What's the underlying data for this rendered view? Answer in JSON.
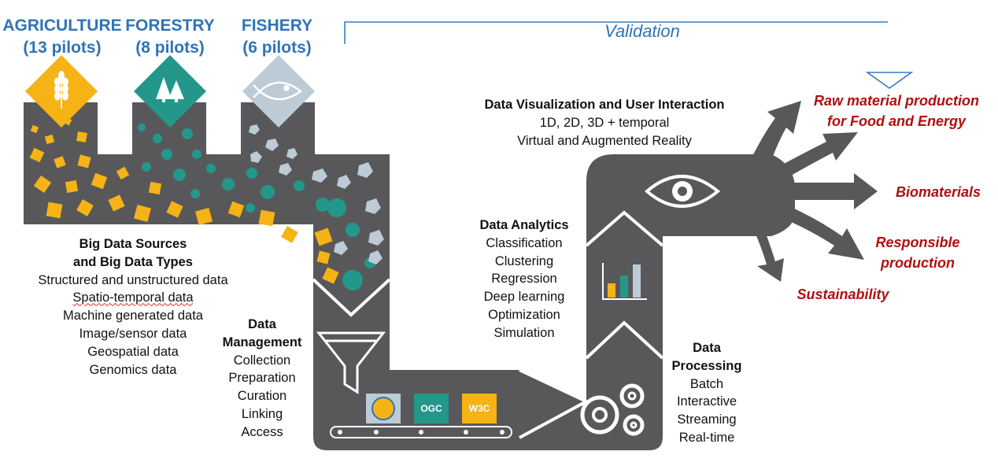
{
  "sectors": [
    {
      "name": "AGRICULTURE",
      "pilots": "(13 pilots)",
      "icon": "wheat-icon",
      "color": "#f5b315"
    },
    {
      "name": "FORESTRY",
      "pilots": "(8 pilots)",
      "icon": "trees-icon",
      "color": "#23978a"
    },
    {
      "name": "FISHERY",
      "pilots": "(6 pilots)",
      "icon": "fish-icon",
      "color": "#bccbd6"
    }
  ],
  "validation": "Validation",
  "sources": {
    "title1": "Big Data Sources",
    "title2": "and Big Data Types",
    "items": [
      "Structured and unstructured data",
      "Spatio-temporal data",
      "Machine generated data",
      "Image/sensor data",
      "Geospatial data",
      "Genomics data"
    ]
  },
  "management": {
    "title1": "Data",
    "title2": "Management",
    "items": [
      "Collection",
      "Preparation",
      "Curation",
      "Linking",
      "Access"
    ]
  },
  "analytics": {
    "title": "Data Analytics",
    "items": [
      "Classification",
      "Clustering",
      "Regression",
      "Deep learning",
      "Optimization",
      "Simulation"
    ]
  },
  "processing": {
    "title1": "Data",
    "title2": "Processing",
    "items": [
      "Batch",
      "Interactive",
      "Streaming",
      "Real-time"
    ]
  },
  "visualization": {
    "title": "Data Visualization and User Interaction",
    "items": [
      "1D, 2D, 3D + temporal",
      "Virtual and Augmented Reality"
    ]
  },
  "outcomes": {
    "raw1": "Raw material production",
    "raw2": "for Food and Energy",
    "bio": "Biomaterials",
    "resp1": "Responsible",
    "resp2": "production",
    "sust": "Sustainability"
  },
  "standards": {
    "ogc": "OGC",
    "w3c": "W3C"
  },
  "colors": {
    "pipe": "#58585a",
    "accent_red": "#b01010",
    "title_blue": "#2f74b5",
    "yellow": "#f5b315",
    "teal": "#23978a",
    "grey_blue": "#bccbd6"
  }
}
